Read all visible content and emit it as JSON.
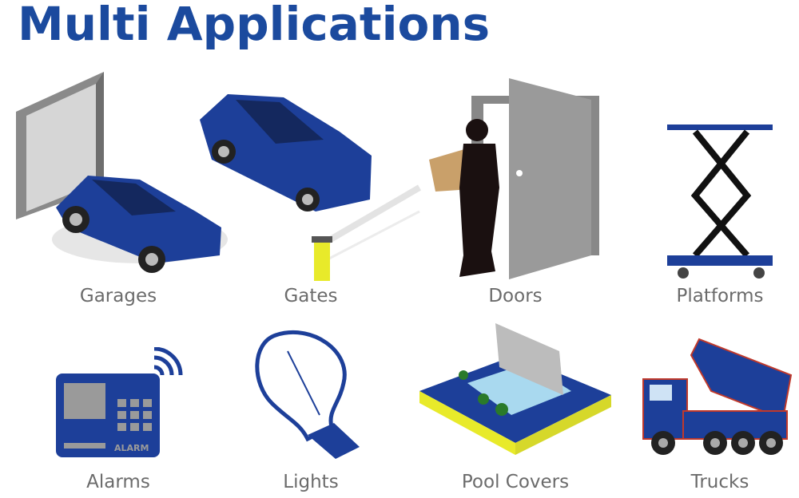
{
  "title": "Multi Applications",
  "applications": [
    {
      "label": "Garages",
      "icon": "garage-car-icon"
    },
    {
      "label": "Gates",
      "icon": "gate-barrier-car-icon"
    },
    {
      "label": "Doors",
      "icon": "door-delivery-icon"
    },
    {
      "label": "Platforms",
      "icon": "scissor-lift-icon"
    },
    {
      "label": "Alarms",
      "icon": "alarm-keypad-icon"
    },
    {
      "label": "Lights",
      "icon": "light-bulb-icon"
    },
    {
      "label": "Pool Covers",
      "icon": "pool-cover-icon"
    },
    {
      "label": "Trucks",
      "icon": "dump-truck-icon"
    }
  ],
  "alarm_text": "ALARM",
  "colors": {
    "brand_blue": "#1b4a9e",
    "label_gray": "#6b6b6b",
    "yellow": "#e8ea2a"
  }
}
